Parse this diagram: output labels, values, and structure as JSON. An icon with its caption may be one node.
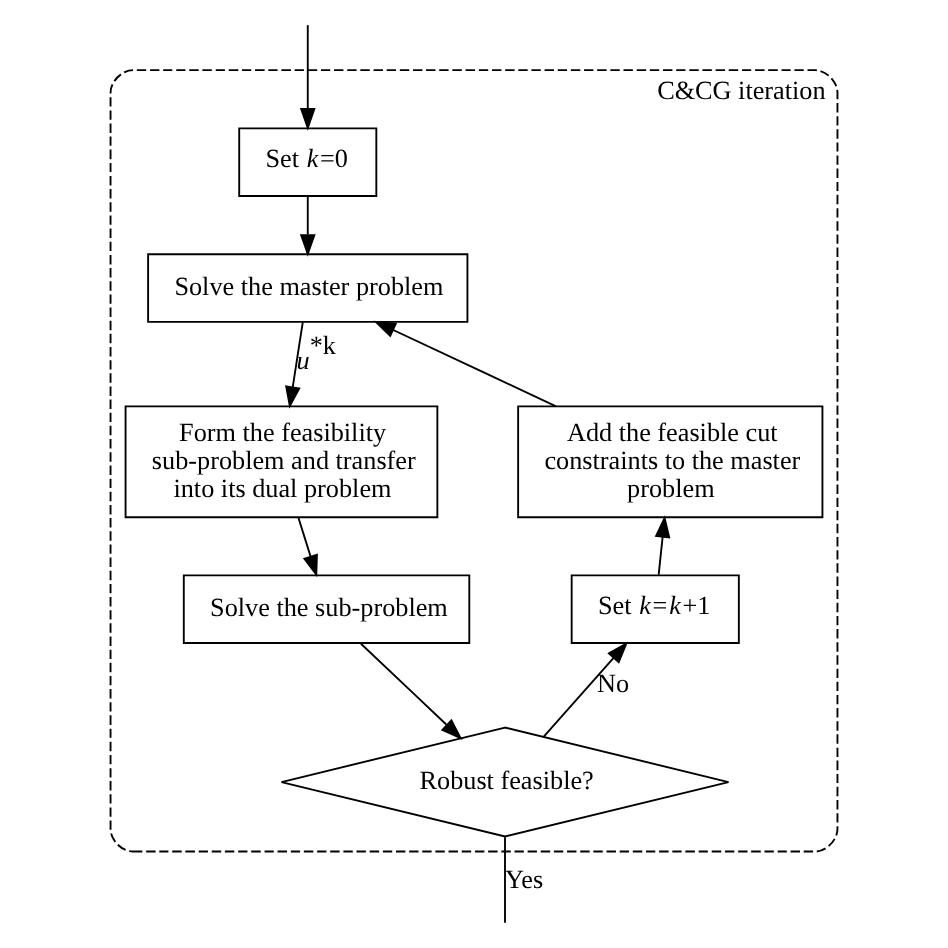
{
  "diagram": {
    "nodes": [
      {
        "text": [
          "C&CG iteration"
        ]
      },
      {
        "text": [
          "Set *k*=0"
        ],
        "in": 0
      },
      {
        "text": [
          "Solve the master problem"
        ],
        "in": 0
      },
      {
        "text": [
          "Form the feasibility sub-problem and transfer into its dual problem"
        ],
        "in": 0
      },
      {
        "text": [
          "Solve the sub-problem"
        ],
        "in": 0
      },
      {
        "text": [
          "Robust feasible?"
        ],
        "in": 0
      },
      {
        "text": [
          "Set *k*=*k*+1"
        ],
        "in": 0
      },
      {
        "text": [
          "Add the feasible cut constraints to the master problem"
        ],
        "in": 0
      }
    ],
    "edges": [
      {
        "from": null,
        "to": 1,
        "arrow": "to"
      },
      {
        "from": 1,
        "to": 2,
        "arrow": "to"
      },
      {
        "from": 2,
        "to": 3,
        "arrow": "to",
        "label": "*u*$^{*k}$"
      },
      {
        "from": 3,
        "to": 4,
        "arrow": "to"
      },
      {
        "from": 4,
        "to": 5,
        "arrow": "to"
      },
      {
        "from": 5,
        "to": 6,
        "arrow": "to",
        "label": "No"
      },
      {
        "from": 6,
        "to": 7,
        "arrow": "to"
      },
      {
        "from": 7,
        "to": 2,
        "arrow": "to"
      },
      {
        "from": 5,
        "to": null,
        "arrow": "none",
        "label": "Yes"
      }
    ]
  }
}
